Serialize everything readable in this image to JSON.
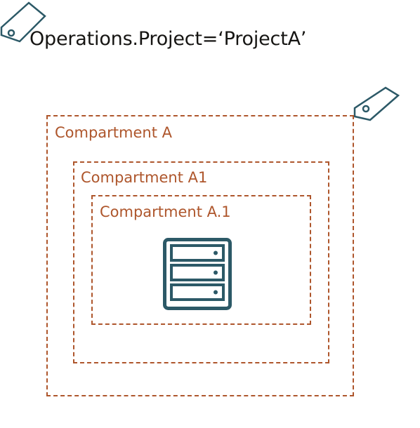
{
  "tag": {
    "text": "Operations.Project=‘ProjectA’",
    "icon": "tag-icon"
  },
  "compartments": [
    {
      "label": "Compartment A"
    },
    {
      "label": "Compartment A1"
    },
    {
      "label": "Compartment A.1"
    }
  ],
  "resource": {
    "icon": "server-icon"
  },
  "colors": {
    "compartment_border": "#ae562c",
    "icon_stroke": "#2c5967",
    "text": "#161513"
  }
}
